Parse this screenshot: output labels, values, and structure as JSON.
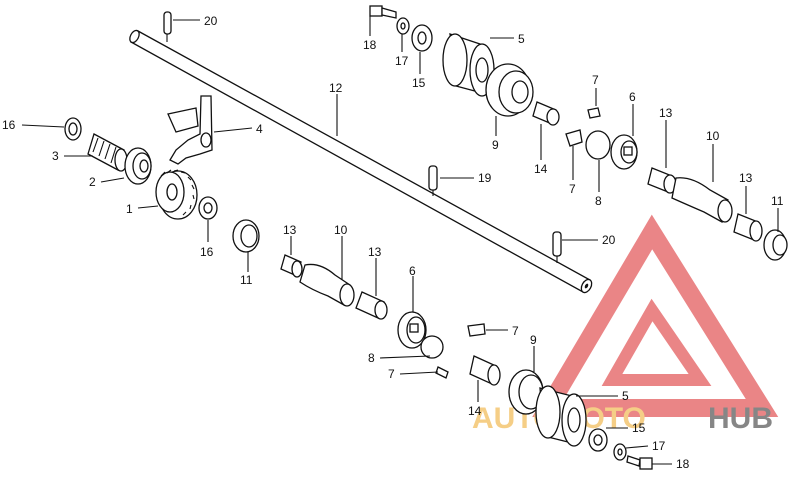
{
  "diagram": {
    "callouts": [
      {
        "id": "c1",
        "text": "1"
      },
      {
        "id": "c2",
        "text": "2"
      },
      {
        "id": "c3",
        "text": "3"
      },
      {
        "id": "c4",
        "text": "4"
      },
      {
        "id": "c5a",
        "text": "5"
      },
      {
        "id": "c5b",
        "text": "5"
      },
      {
        "id": "c6a",
        "text": "6"
      },
      {
        "id": "c6b",
        "text": "6"
      },
      {
        "id": "c7a",
        "text": "7"
      },
      {
        "id": "c7b",
        "text": "7"
      },
      {
        "id": "c7c",
        "text": "7"
      },
      {
        "id": "c7d",
        "text": "7"
      },
      {
        "id": "c8a",
        "text": "8"
      },
      {
        "id": "c8b",
        "text": "8"
      },
      {
        "id": "c9a",
        "text": "9"
      },
      {
        "id": "c9b",
        "text": "9"
      },
      {
        "id": "c10a",
        "text": "10"
      },
      {
        "id": "c10b",
        "text": "10"
      },
      {
        "id": "c11a",
        "text": "11"
      },
      {
        "id": "c11b",
        "text": "11"
      },
      {
        "id": "c12",
        "text": "12"
      },
      {
        "id": "c13a",
        "text": "13"
      },
      {
        "id": "c13b",
        "text": "13"
      },
      {
        "id": "c13c",
        "text": "13"
      },
      {
        "id": "c13d",
        "text": "13"
      },
      {
        "id": "c14a",
        "text": "14"
      },
      {
        "id": "c14b",
        "text": "14"
      },
      {
        "id": "c15a",
        "text": "15"
      },
      {
        "id": "c15b",
        "text": "15"
      },
      {
        "id": "c16a",
        "text": "16"
      },
      {
        "id": "c16b",
        "text": "16"
      },
      {
        "id": "c17a",
        "text": "17"
      },
      {
        "id": "c17b",
        "text": "17"
      },
      {
        "id": "c18a",
        "text": "18"
      },
      {
        "id": "c18b",
        "text": "18"
      },
      {
        "id": "c19",
        "text": "19"
      },
      {
        "id": "c20a",
        "text": "20"
      },
      {
        "id": "c20b",
        "text": "20"
      }
    ]
  },
  "watermark": {
    "text_part1": "AUTOMOTO",
    "text_part2": "HUB",
    "color_red": "#e8787a",
    "color_orange": "#f5c97a",
    "color_grey": "#7a7a7a"
  }
}
